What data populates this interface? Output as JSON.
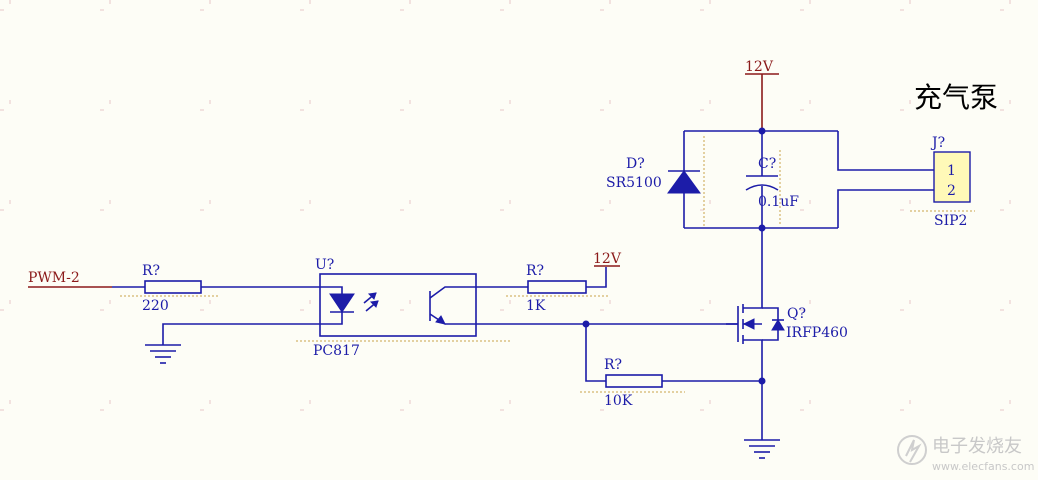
{
  "title": "充气泵",
  "net_labels": {
    "pwm": "PWM-2",
    "vcc_top": "12V",
    "vcc_opto": "12V"
  },
  "r_in": {
    "designator": "R?",
    "value": "220"
  },
  "optocoupler": {
    "designator": "U?",
    "part": "PC817"
  },
  "r_pull": {
    "designator": "R?",
    "value": "1K"
  },
  "r_gate": {
    "designator": "R?",
    "value": "10K"
  },
  "mosfet": {
    "designator": "Q?",
    "part": "IRFP460"
  },
  "diode": {
    "designator": "D?",
    "part": "SR5100"
  },
  "capacitor": {
    "designator": "C?",
    "value": "0.1uF"
  },
  "connector": {
    "designator": "J?",
    "part": "SIP2",
    "pins": [
      "1",
      "2"
    ]
  },
  "watermark": {
    "cn": "电子发烧友",
    "url": "www.elecfans.com"
  },
  "colors": {
    "wire": "#1c1ca8",
    "power": "#8b1a1a",
    "pin_box": "#fff9b8",
    "background": "#fdfdf6"
  }
}
